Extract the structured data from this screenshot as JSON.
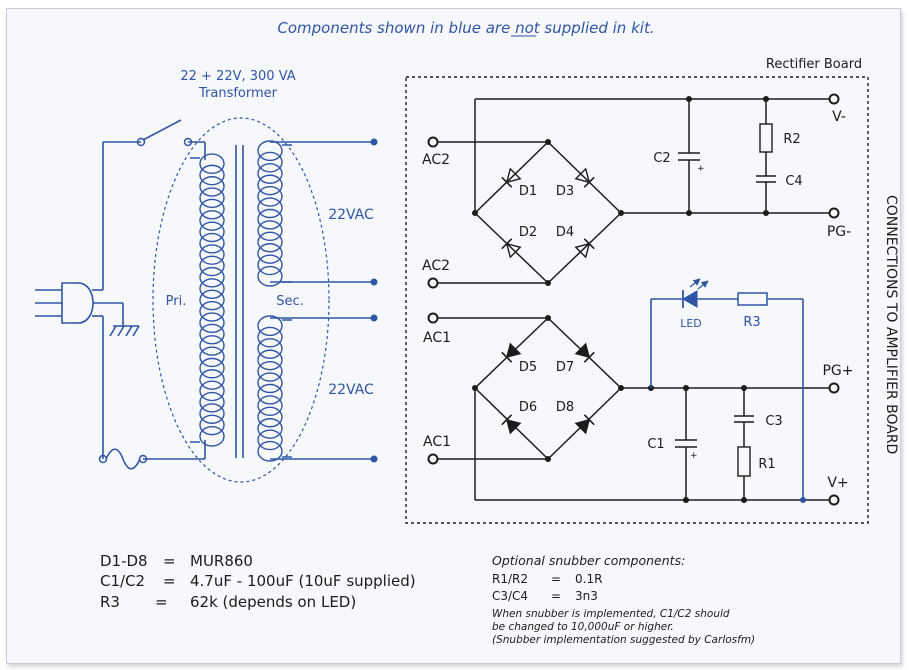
{
  "header": {
    "notice": "Components shown in blue are not supplied in kit."
  },
  "transformer": {
    "rating": "22 + 22V,  300 VA",
    "name": "Transformer",
    "primary_label": "Pri.",
    "secondary_label": "Sec.",
    "upper_secondary_voltage": "22VAC",
    "lower_secondary_voltage": "22VAC"
  },
  "rectifier_board": {
    "title": "Rectifier Board",
    "side_label": "CONNECTIONS TO AMPLIFIER  BOARD",
    "inputs": [
      "AC2",
      "AC2",
      "AC1",
      "AC1"
    ],
    "outputs": [
      "V-",
      "PG-",
      "PG+",
      "V+"
    ],
    "diodes": [
      "D1",
      "D2",
      "D3",
      "D4",
      "D5",
      "D6",
      "D7",
      "D8"
    ],
    "capacitors": {
      "c1": "C1",
      "c2": "C2",
      "c3": "C3",
      "c4": "C4"
    },
    "resistors": {
      "r1": "R1",
      "r2": "R2",
      "r3": "R3"
    },
    "led": "LED",
    "polarity_mark": "+"
  },
  "parts_list": [
    {
      "ref": "D1-D8",
      "eq": "=",
      "value": "MUR860"
    },
    {
      "ref": "C1/C2",
      "eq": "=",
      "value": "4.7uF - 100uF  (10uF supplied)"
    },
    {
      "ref": "R3",
      "eq": "=",
      "value": "62k  (depends on LED)"
    }
  ],
  "snubber": {
    "heading": "Optional snubber components:",
    "items": [
      {
        "ref": "R1/R2",
        "eq": "=",
        "value": "0.1R"
      },
      {
        "ref": "C3/C4",
        "eq": "=",
        "value": "3n3"
      }
    ],
    "note_lines": [
      "When snubber is implemented, C1/C2 should",
      "be changed to 10,000uF or higher.",
      "(Snubber implementation suggested by Carlosfm)"
    ]
  },
  "colors": {
    "not_supplied": "#2f55a6",
    "supplied": "#1c1c1c"
  }
}
